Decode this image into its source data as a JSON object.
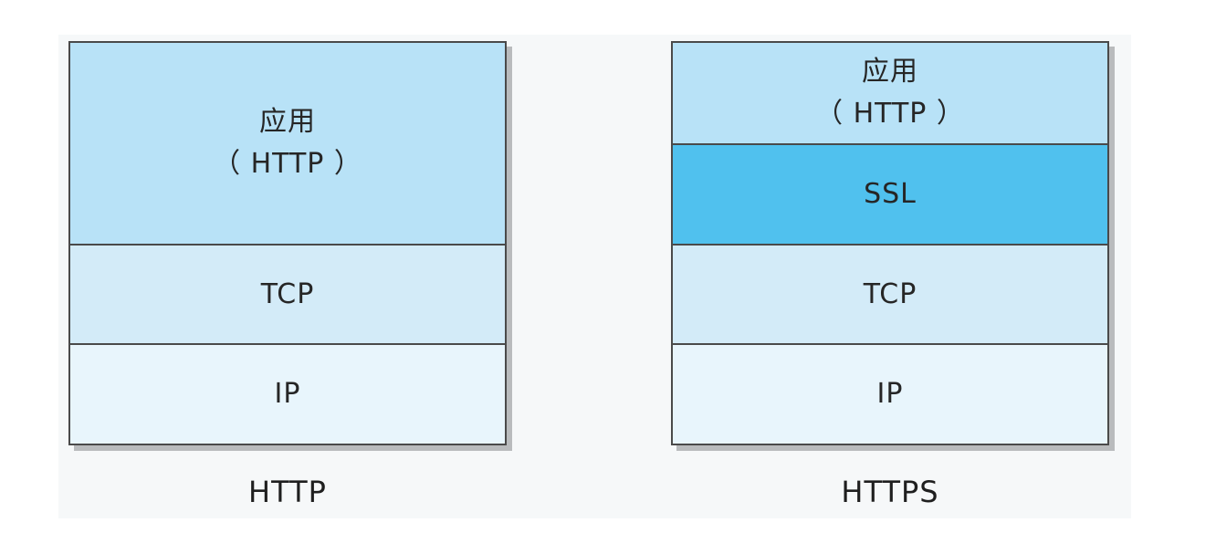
{
  "diagram": {
    "stacks": [
      {
        "caption": "HTTP",
        "layers": [
          {
            "line1": "应用",
            "line2": "（ HTTP ）"
          },
          {
            "line1": "TCP"
          },
          {
            "line1": "IP"
          }
        ]
      },
      {
        "caption": "HTTPS",
        "layers": [
          {
            "line1": "应用",
            "line2": "（ HTTP ）"
          },
          {
            "line1": "SSL"
          },
          {
            "line1": "TCP"
          },
          {
            "line1": "IP"
          }
        ]
      }
    ],
    "colors": {
      "application": "#b8e2f7",
      "ssl": "#50c1ee",
      "tcp": "#d3ebf8",
      "ip": "#e8f5fc",
      "border": "#4a4a4a"
    }
  }
}
